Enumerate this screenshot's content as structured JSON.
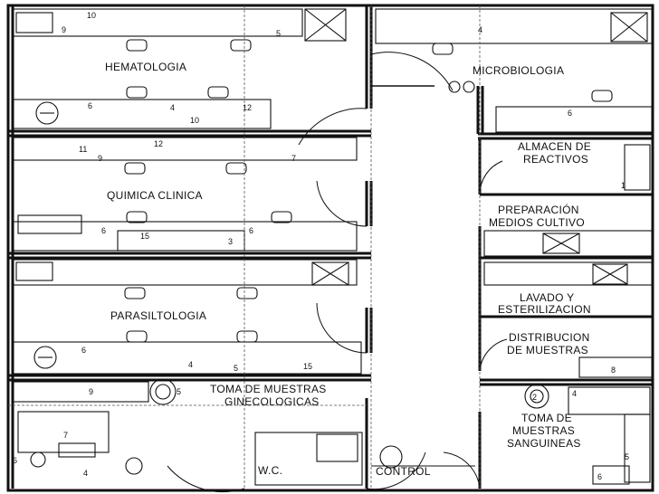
{
  "rooms": {
    "hematologia": "HEMATOLOGIA",
    "microbiologia": "MICROBIOLOGIA",
    "almacen_line1": "ALMACEN DE",
    "almacen_line2": "REACTIVOS",
    "quimica": "QUIMICA CLINICA",
    "preparacion_line1": "PREPARACIÓN",
    "preparacion_line2": "MEDIOS CULTIVO",
    "parasitologia": "PARASILTOLOGIA",
    "lavado_line1": "LAVADO Y",
    "lavado_line2": "ESTERILIZACION",
    "distribucion_line1": "DISTRIBUCION",
    "distribucion_line2": "DE MUESTRAS",
    "toma_gine_line1": "TOMA DE MUESTRAS",
    "toma_gine_line2": "GINECOLOGICAS",
    "toma_sang_line1": "TOMA DE",
    "toma_sang_line2": "MUESTRAS",
    "toma_sang_line3": "SANGUINEAS",
    "wc": "W.C.",
    "control": "CONTROL"
  },
  "fixture_numbers": {
    "n10": "10",
    "n5": "5",
    "n6": "6",
    "n4": "4",
    "n12": "12",
    "n11": "11",
    "n9": "9",
    "n15": "15",
    "n3": "3",
    "n7": "7",
    "n8": "8",
    "n2": "2",
    "n1": "1"
  }
}
